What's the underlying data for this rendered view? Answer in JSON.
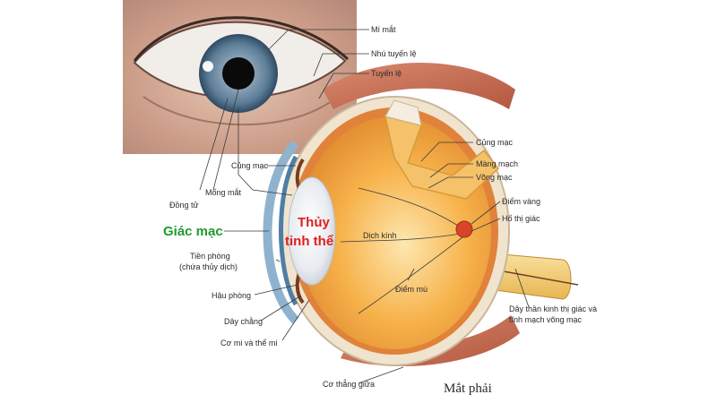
{
  "diagram": {
    "title": "Mắt phải",
    "highlight_labels": {
      "cornea": "Giác mạc",
      "lens_line1": "Thủy",
      "lens_line2": "tinh thể"
    },
    "labels": {
      "eyelid": "Mí mắt",
      "lacrimal_papilla": "Nhú tuyến lệ",
      "lacrimal_gland": "Tuyến lệ",
      "sclera_top": "Củng mạc",
      "choroid": "Màng mạch",
      "retina": "Võng mạc",
      "macula": "Điểm vàng",
      "fovea": "Hố thị giác",
      "sclera_left": "Củng mạc",
      "iris": "Mống mắt",
      "pupil": "Đồng tử",
      "vitreous": "Dịch kính",
      "anterior_chamber_1": "Tiền phòng",
      "anterior_chamber_2": "(chứa thủy dịch)",
      "blind_spot": "Điểm mù",
      "posterior_chamber": "Hậu phòng",
      "zonule": "Dây chằng",
      "ciliary": "Cơ mi và thể mi",
      "optic_nerve_1": "Dây thần kinh thị giác và",
      "optic_nerve_2": "tĩnh mạch võng mạc",
      "rectus_muscle": "Cơ thẳng giữa"
    },
    "colors": {
      "highlight_green": "#1f9a2e",
      "highlight_red": "#e11d1d",
      "sclera": "#f0e4cf",
      "vitreous": "#f7b34c",
      "choroid": "#e0823a",
      "retina_band": "#f5c26a",
      "iris": "#4d7fa6"
    }
  }
}
